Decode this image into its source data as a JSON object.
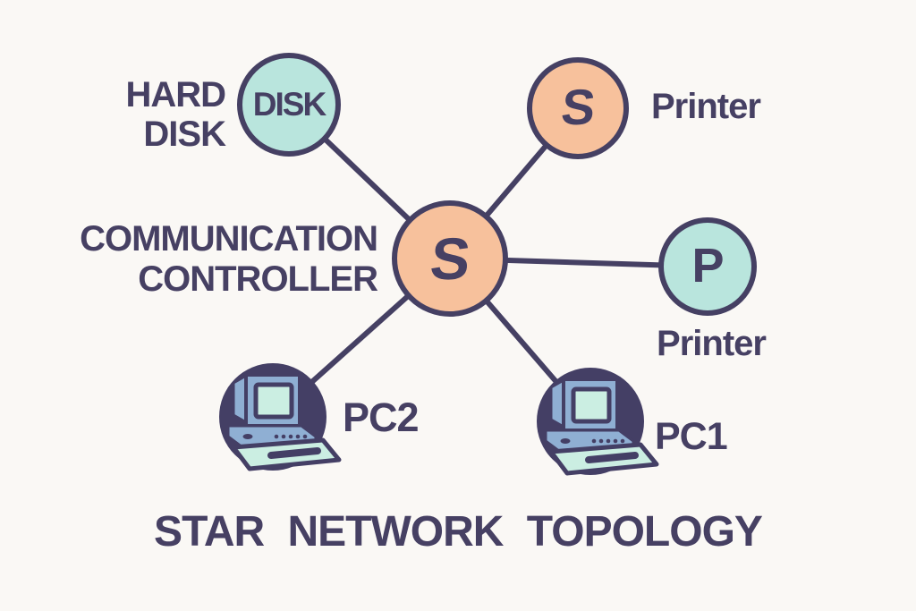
{
  "title": "STAR NETWORK TOPOLOGY",
  "diagram_type": "star-network-topology",
  "colors": {
    "background": "#FAF8F5",
    "ink": "#464063",
    "peach_fill": "#F7C19C",
    "teal_fill": "#B9E5DD",
    "dark_node_fill": "#443F65",
    "computer_steel": "#8FAFD3",
    "computer_mint": "#CBEEE2"
  },
  "hub": {
    "letter": "S",
    "label_line1": "COMMUNICATION",
    "label_line2": "CONTROLLER"
  },
  "nodes": {
    "hard_disk": {
      "circle_text": "DISK",
      "label_line1": "HARD",
      "label_line2": "DISK"
    },
    "printer_top": {
      "letter": "S",
      "label": "Printer"
    },
    "printer_right": {
      "letter": "P",
      "label": "Printer"
    },
    "pc2": {
      "label": "PC2",
      "icon": "computer-icon"
    },
    "pc1": {
      "label": "PC1",
      "icon": "computer-icon"
    }
  },
  "connections": [
    [
      "communication-controller",
      "hard-disk"
    ],
    [
      "communication-controller",
      "printer-top"
    ],
    [
      "communication-controller",
      "printer-right"
    ],
    [
      "communication-controller",
      "pc2"
    ],
    [
      "communication-controller",
      "pc1"
    ]
  ]
}
